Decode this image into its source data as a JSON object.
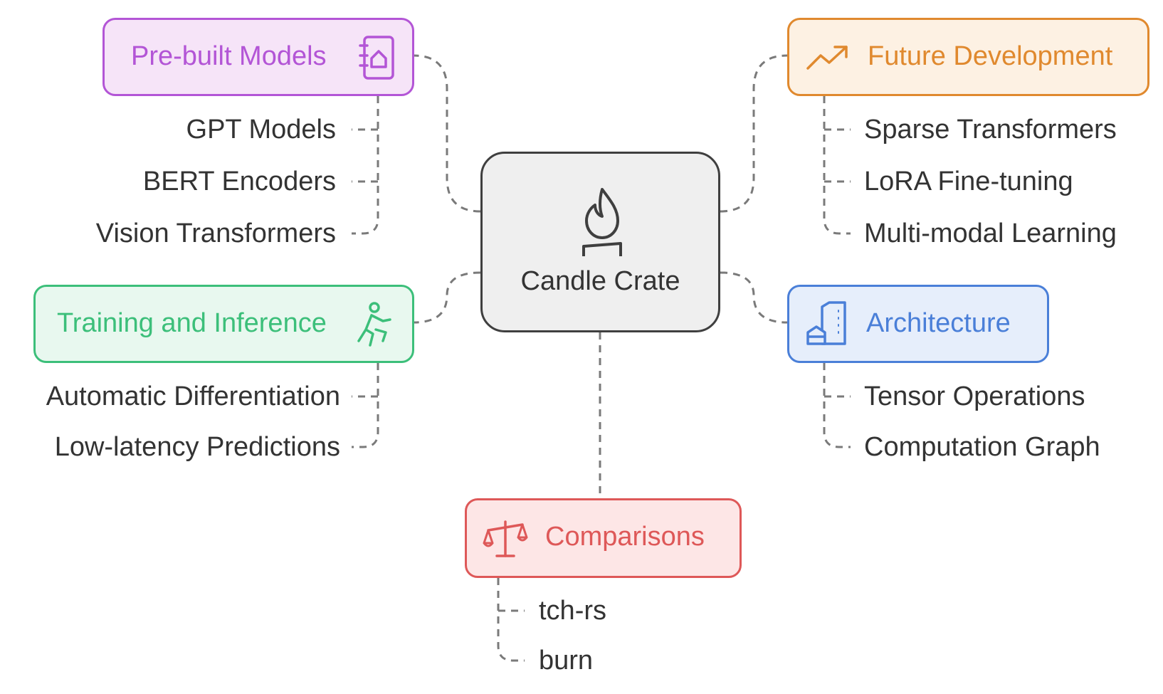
{
  "center": {
    "label": "Candle Crate",
    "icon": "candle-flame-icon"
  },
  "branches": {
    "prebuilt": {
      "title": "Pre-built Models",
      "icon": "notebook-house-icon",
      "color": "#b355d6",
      "fill": "#f6e4f8",
      "children": [
        "GPT Models",
        "BERT Encoders",
        "Vision Transformers"
      ]
    },
    "future": {
      "title": "Future Development",
      "icon": "trending-up-icon",
      "color": "#e0892e",
      "fill": "#fdf1e3",
      "children": [
        "Sparse Transformers",
        "LoRA Fine-tuning",
        "Multi-modal Learning"
      ]
    },
    "training": {
      "title": "Training and Inference",
      "icon": "running-person-icon",
      "color": "#3cbf7a",
      "fill": "#e8f8ef",
      "children": [
        "Automatic Differentiation",
        "Low-latency Predictions"
      ]
    },
    "architecture": {
      "title": "Architecture",
      "icon": "buildings-icon",
      "color": "#4a7fd8",
      "fill": "#e6eefb",
      "children": [
        "Tensor Operations",
        "Computation Graph"
      ]
    },
    "comparisons": {
      "title": "Comparisons",
      "icon": "balance-scale-icon",
      "color": "#de5858",
      "fill": "#fde6e6",
      "children": [
        "tch-rs",
        "burn"
      ]
    }
  }
}
